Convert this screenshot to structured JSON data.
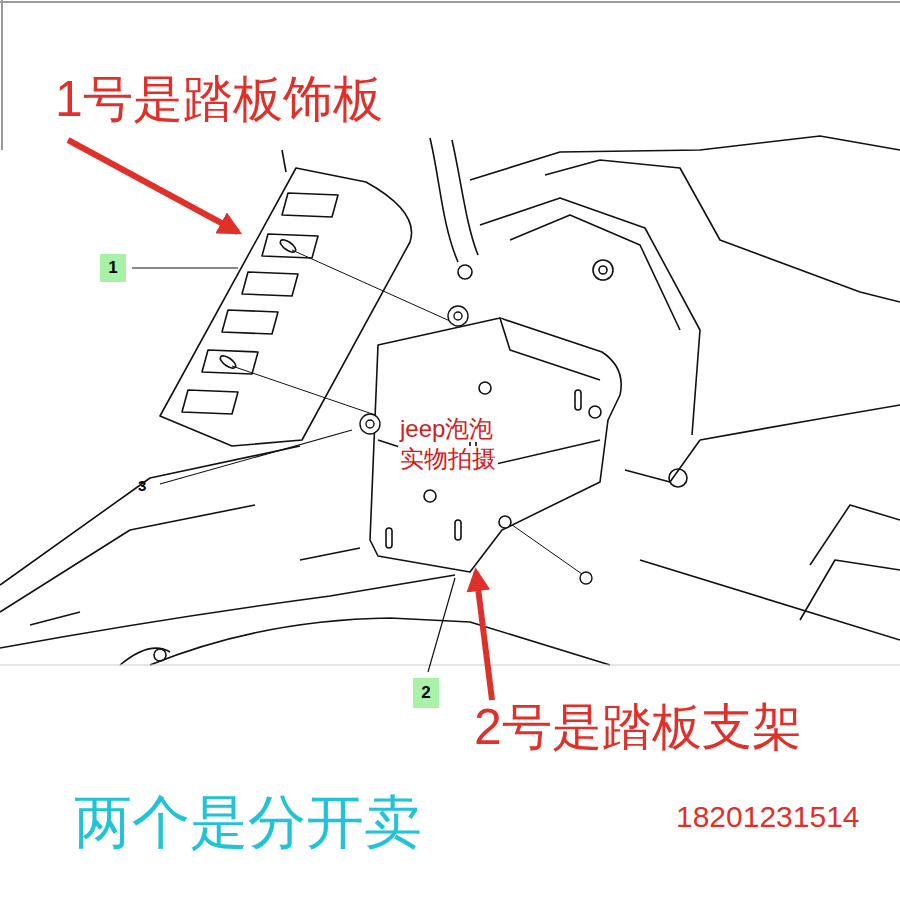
{
  "diagram": {
    "nodes": [
      {
        "text": [
          "1"
        ]
      },
      {
        "text": [
          "2"
        ]
      }
    ],
    "labels": [
      "1号是踏板饰板",
      "3",
      "jeep泡泡",
      "实物拍摄",
      "2号是踏板支架",
      "两个是分开卖",
      "18201231514"
    ]
  }
}
